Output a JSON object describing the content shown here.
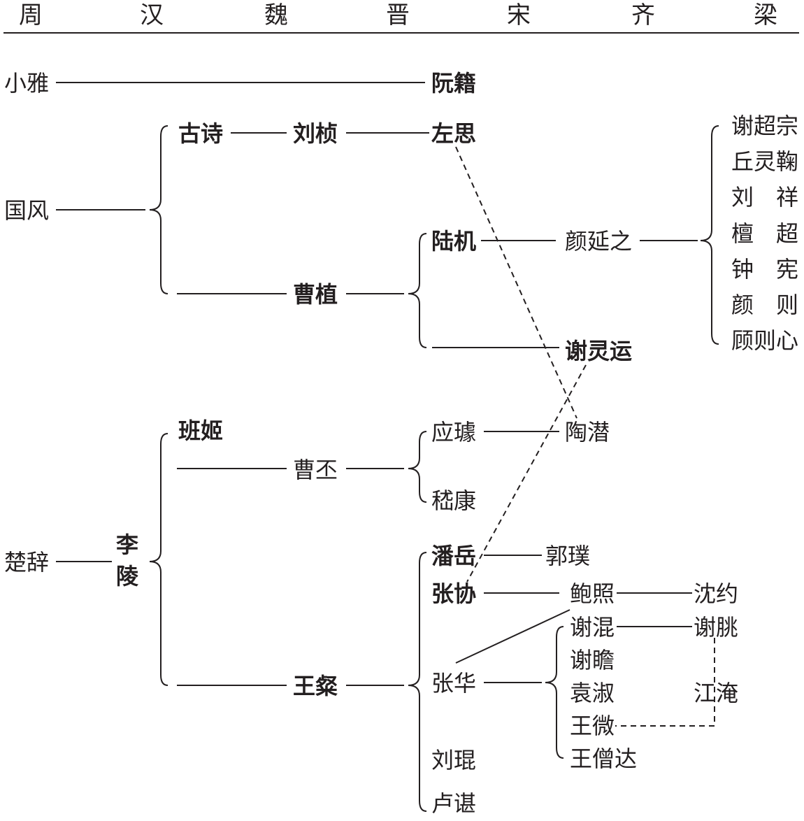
{
  "header": {
    "dynasties": [
      "周",
      "汉",
      "魏",
      "晋",
      "宋",
      "齐",
      "梁"
    ]
  },
  "nodes": {
    "xiaoya": "小雅",
    "ruanji": "阮籍",
    "guofeng": "国风",
    "gushi": "古诗",
    "liuzhen": "刘桢",
    "zuosi": "左思",
    "caozhi": "曹植",
    "luji": "陆机",
    "yanyanzhi": "颜延之",
    "xielingyun": "谢灵运",
    "liang_group": [
      "谢超宗",
      "丘灵鞠",
      "刘　祥",
      "檀　超",
      "钟　宪",
      "颜　则",
      "顾则心"
    ],
    "chuci": "楚辞",
    "li": "李",
    "ling": "陵",
    "banji": "班姬",
    "caopi": "曹丕",
    "yingqu": "应璩",
    "taoqian": "陶潜",
    "jikang": "嵇康",
    "wangcan": "王粲",
    "panyue": "潘岳",
    "guopu": "郭璞",
    "zhangxie": "张协",
    "baozhao": "鲍照",
    "shenyue": "沈约",
    "xiehun": "谢混",
    "xietiao": "谢朓",
    "xiezhan": "谢瞻",
    "zhanghua": "张华",
    "yuanshu": "袁淑",
    "jiangyan": "江淹",
    "wangwei": "王微",
    "wangsengda": "王僧达",
    "liukun": "刘琨",
    "luchen": "卢谌"
  }
}
